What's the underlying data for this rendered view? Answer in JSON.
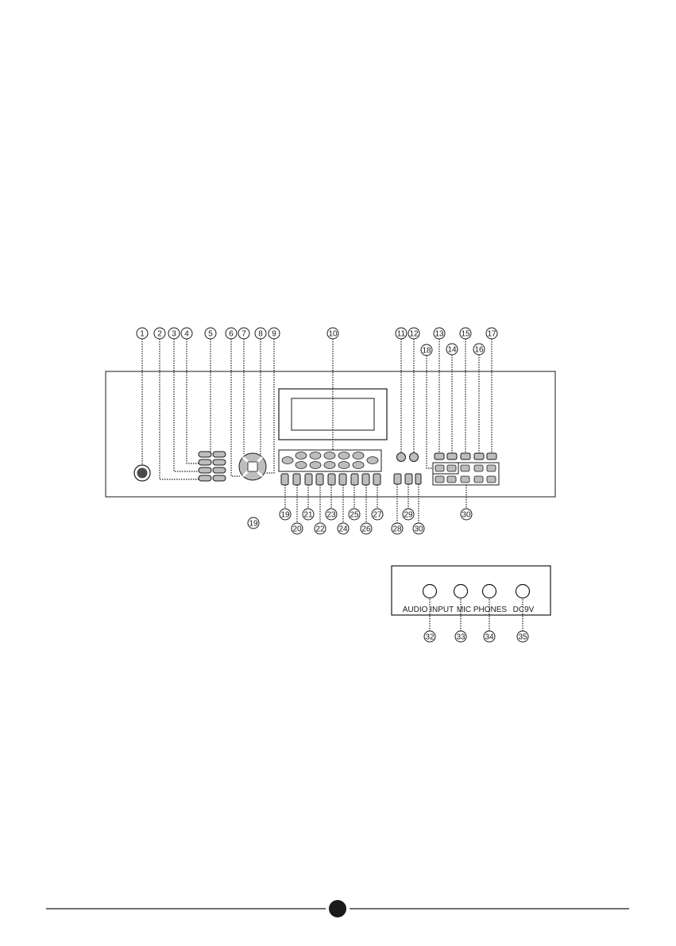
{
  "callouts": [
    "1",
    "2",
    "3",
    "4",
    "5",
    "6",
    "7",
    "8",
    "9",
    "10",
    "11",
    "12",
    "13",
    "14",
    "15",
    "16",
    "17",
    "18",
    "19",
    "20",
    "21",
    "22",
    "23",
    "24",
    "25",
    "26",
    "27",
    "28",
    "29",
    "30",
    "32",
    "33",
    "34",
    "35"
  ],
  "stray_label": "19",
  "rear_panel": {
    "ports": [
      "AUDIO INPUT",
      "MIC",
      "PHONES",
      "DC9V"
    ]
  },
  "footer_dot_color": "#1a1a1a",
  "line_color": "#1a1a1a"
}
